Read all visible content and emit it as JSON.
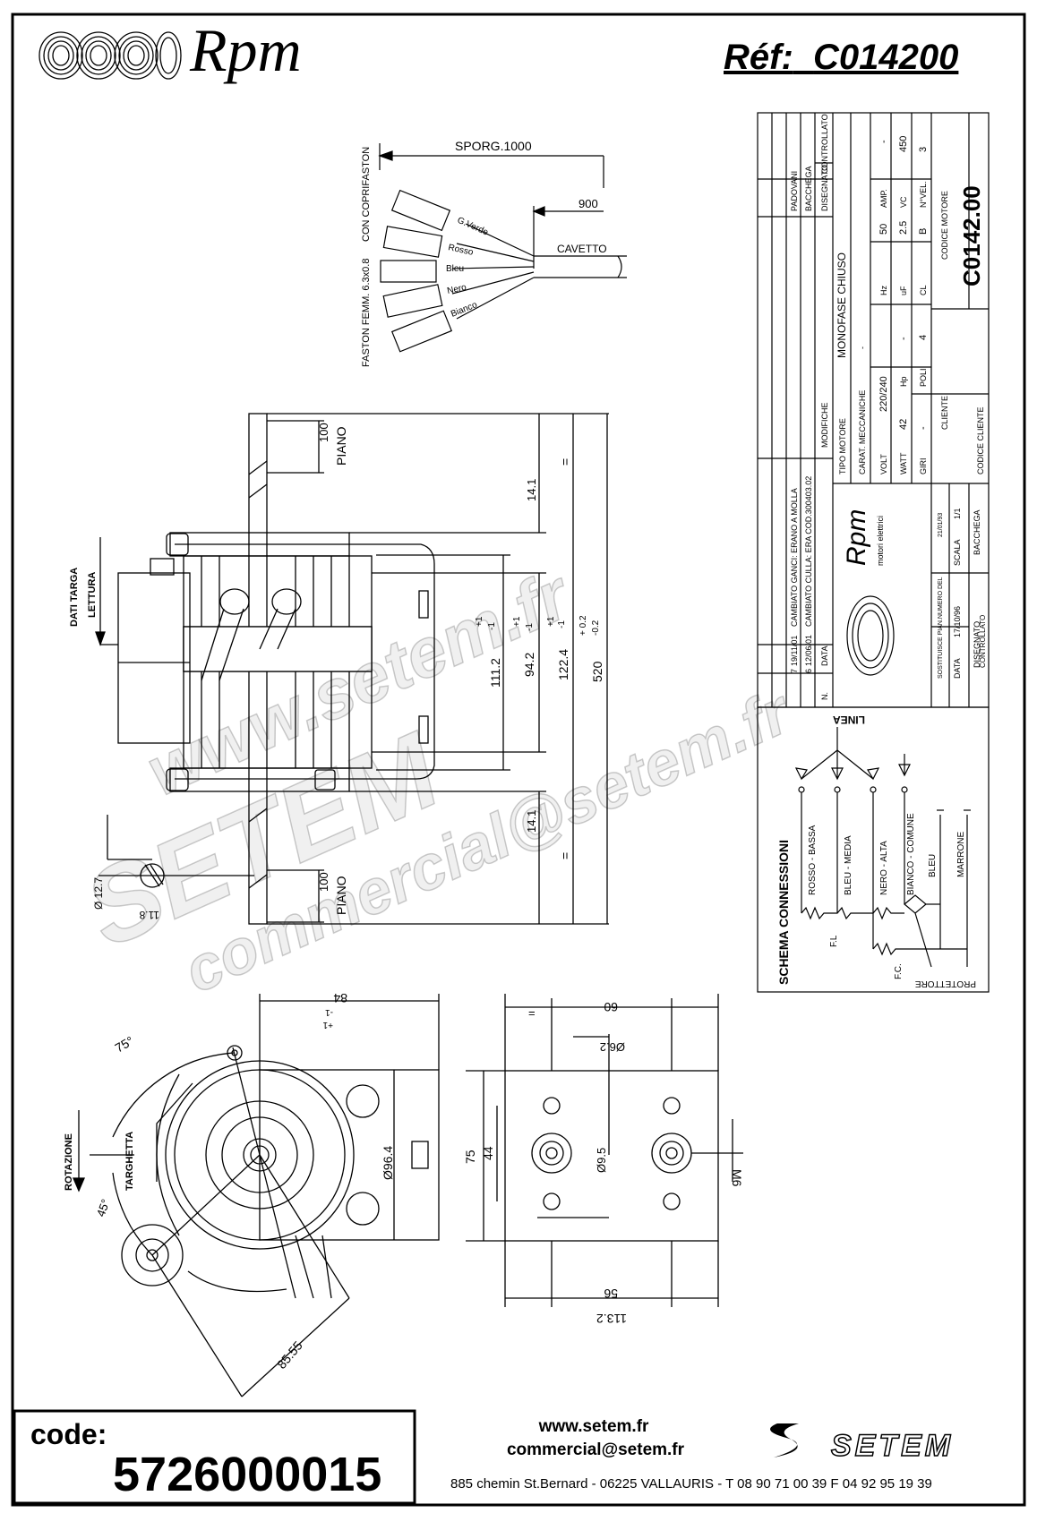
{
  "header": {
    "brand": "Rpm",
    "ref_label": "Réf:",
    "ref_value": "C014200"
  },
  "wires": {
    "sporg": "SPORG.1000",
    "length_900": "900",
    "cable": "CAVETTO",
    "faston": "FASTON FEMM. 6.3x0.8",
    "coprifaston": "CON COPRIFASTON",
    "colors": [
      "G.Verde",
      "Rosso",
      "Bleu",
      "Nero",
      "Bianco"
    ]
  },
  "side_view": {
    "dati_targa": "DATI TARGA",
    "lettura": "LETTURA",
    "piano_top": "PIANO",
    "piano_bottom": "PIANO",
    "dim_100_top": "100",
    "dim_100_bottom": "100",
    "dim_14_1_top": "14.1",
    "dim_14_1_bottom": "14.1",
    "dim_111": "111.2",
    "dim_111_tol_hi": "+1",
    "dim_111_tol_lo": "-1",
    "dim_94": "94.2",
    "dim_94_tol_hi": "+1",
    "dim_94_tol_lo": "-1",
    "dim_122": "122.4",
    "dim_122_tol_hi": "+1",
    "dim_122_tol_lo": "-1",
    "dim_520": "520",
    "dim_520_tol_hi": "+ 0.2",
    "dim_520_tol_lo": "-0.2",
    "eq_top": "=",
    "eq_bottom": "=",
    "shaft_dia": "Ø 12.7",
    "shaft_flat": "11.8"
  },
  "front_view": {
    "rotazione": "ROTAZIONE",
    "targhetta": "TARGHETTA",
    "angle_75": "75°",
    "angle_45": "45°",
    "dim_84": "84",
    "dim_84_tol_hi": "+1",
    "dim_84_tol_lo": "-1",
    "dim_96": "Ø96.4",
    "dim_85": "85.55"
  },
  "plate_view": {
    "dim_60": "60",
    "dim_6_2": "Ø6.2",
    "dim_9_5": "Ø9.5",
    "dim_75": "75",
    "dim_44": "44",
    "dim_m6": "M6",
    "dim_56": "56",
    "dim_113": "113.2",
    "eq": "="
  },
  "title_block": {
    "revisions": [
      {
        "n": "7",
        "date": "19/11/01",
        "text": "CAMBIATO GANCI: ERANO A MOLLA"
      },
      {
        "n": "6",
        "date": "12/06/01",
        "text": "CAMBIATO CULLA: ERA COD.300403.02"
      }
    ],
    "rev_head_n": "N.",
    "rev_head_date": "DATA",
    "rev_head_mod": "MODIFICHE",
    "names": [
      "PADOVANI",
      "BACCHEGA"
    ],
    "disegnato": "DISEGNATO",
    "controllato": "CONTROLLATO",
    "tipo_motore": "TIPO MOTORE",
    "tipo_value": "MONOFASE CHIUSO",
    "carat_mecc": "CARAT. MECCANICHE",
    "carat_value": "-",
    "volt": "VOLT",
    "volt_value": "220/240",
    "hz": "Hz",
    "hz_value": "50",
    "amp": "AMP.",
    "amp_value": "-",
    "watt": "WATT",
    "watt_value": "42",
    "hp": "Hp",
    "hp_value": "-",
    "uf": "uF",
    "uf_value": "2.5",
    "vc": "VC",
    "vc_value": "450",
    "giri": "GIRI",
    "giri_value": "-",
    "poli": "POLI",
    "poli_value": "4",
    "cl": "CL",
    "cl_value": "B",
    "nvel": "N°VEL.",
    "nvel_value": "3",
    "cliente": "CLIENTE",
    "codice_motore": "CODICE MOTORE",
    "codice_motore_value": "C0142.00",
    "codice_cliente": "CODICE CLIENTE",
    "company_brand": "Rpm",
    "company_sub": "motori elettrici",
    "sostituisce": "SOSTITUISCE PIAN.NUMERO DEL",
    "sost_date": "21/01/93",
    "data_label": "DATA",
    "data_value": "17/10/96",
    "scala_label": "SCALA",
    "scala_value": "1/1",
    "disegnato_label": "DISEGNATO",
    "disegnato_value": "BACCHEGA",
    "controllato_label": "CONTROLLATO"
  },
  "schema": {
    "title": "SCHEMA CONNESSIONI",
    "linea": "LINEA",
    "wires": [
      "ROSSO - BASSA",
      "BLEU - MEDIA",
      "NERO - ALTA",
      "BIANCO - COMUNE",
      "BLEU",
      "MARRONE"
    ],
    "fl": "F.L",
    "fc": "F.C.",
    "protettore": "PROTETTORE"
  },
  "watermark": {
    "line1": "www.setem.fr",
    "line2": "SETEM",
    "line3": "commercial@setem.fr"
  },
  "footer": {
    "code_label": "code:",
    "code_value": "5726000015",
    "website": "www.setem.fr",
    "email": "commercial@setem.fr",
    "logo": "SETEM",
    "address": "885 chemin St.Bernard  -  06225 VALLAURIS  -  T 08 90 71 00 39   F 04 92 95 19 39"
  }
}
